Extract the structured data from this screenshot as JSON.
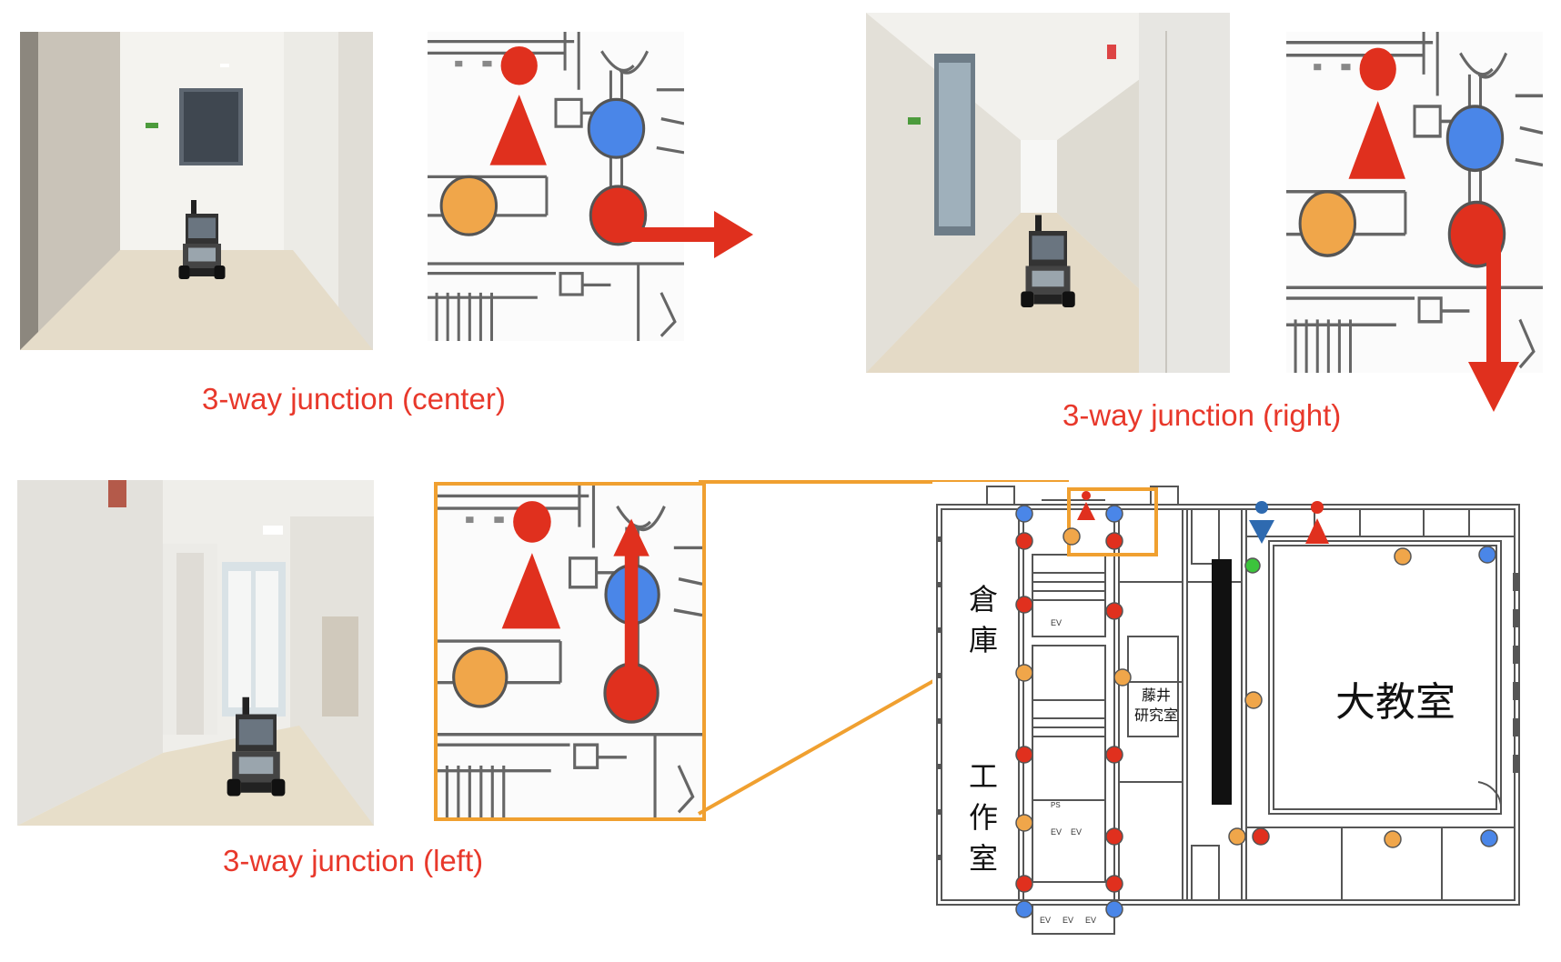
{
  "captions": {
    "center": "3-way junction (center)",
    "right": "3-way junction (right)",
    "left": "3-way junction (left)"
  },
  "floorplan": {
    "room_storage": [
      "倉",
      "庫"
    ],
    "room_workshop": [
      "工",
      "作",
      "室"
    ],
    "room_lab": [
      "藤井",
      "研究室"
    ],
    "room_lecture": "大教室",
    "ev": "EV",
    "ps": "PS"
  },
  "colors": {
    "red": "#e0301e",
    "blue": "#4a86e8",
    "orange": "#f0a64a",
    "green": "#3cc43c",
    "highlight": "#f0a030",
    "caption": "#e8382b"
  },
  "icons": [
    "restroom-female-icon",
    "restroom-male-icon",
    "arrow-right-icon",
    "arrow-down-icon",
    "arrow-up-icon"
  ]
}
